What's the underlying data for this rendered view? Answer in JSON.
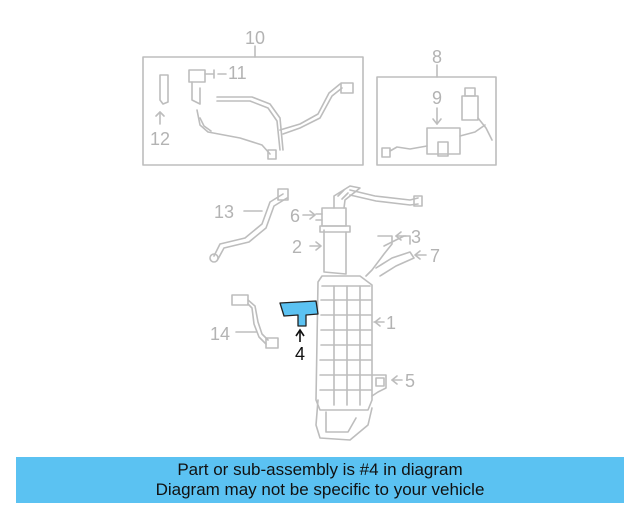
{
  "callouts": {
    "c1": "1",
    "c2": "2",
    "c3": "3",
    "c4": "4",
    "c5": "5",
    "c6": "6",
    "c7": "7",
    "c8": "8",
    "c9": "9",
    "c10": "10",
    "c11": "11",
    "c12": "12",
    "c13": "13",
    "c14": "14"
  },
  "highlighted_part": "4",
  "banner": {
    "line1": "Part or sub-assembly is #4 in diagram",
    "line2": "Diagram may not be specific to your vehicle"
  },
  "colors": {
    "highlight_fill": "#5bc2f2",
    "banner_bg": "#5bc2f2",
    "line_gray": "#bdbdbd",
    "text_gray": "#b3b3b3"
  }
}
